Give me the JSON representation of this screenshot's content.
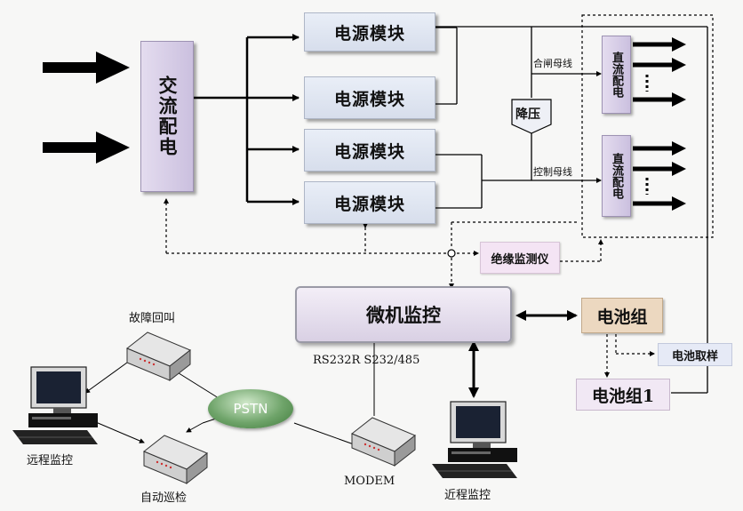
{
  "ac_distribution": {
    "label": "交流配电"
  },
  "power_modules": [
    {
      "label": "电源模块"
    },
    {
      "label": "电源模块"
    },
    {
      "label": "电源模块"
    },
    {
      "label": "电源模块"
    }
  ],
  "dc_distribution": [
    {
      "label": "直流配电"
    },
    {
      "label": "直流配电"
    }
  ],
  "bus_labels": {
    "closing_bus": "合闸母线",
    "control_bus": "控制母线"
  },
  "step_down": {
    "label": "降压"
  },
  "insulation_monitor": {
    "label": "绝缘监测仪"
  },
  "microcomputer_monitor": {
    "label": "微机监控"
  },
  "battery_group": {
    "label": "电池组"
  },
  "battery_group_1": {
    "label": "电池组1"
  },
  "battery_sampling": {
    "label": "电池取样"
  },
  "interface_label": "RS232R S232/485",
  "pstn": {
    "label": "PSTN"
  },
  "modem": {
    "label": "MODEM"
  },
  "fault_callback": {
    "label": "故障回叫"
  },
  "auto_patrol": {
    "label": "自动巡检"
  },
  "remote_monitoring": {
    "label": "远程监控"
  },
  "local_monitoring": {
    "label": "近程监控"
  }
}
